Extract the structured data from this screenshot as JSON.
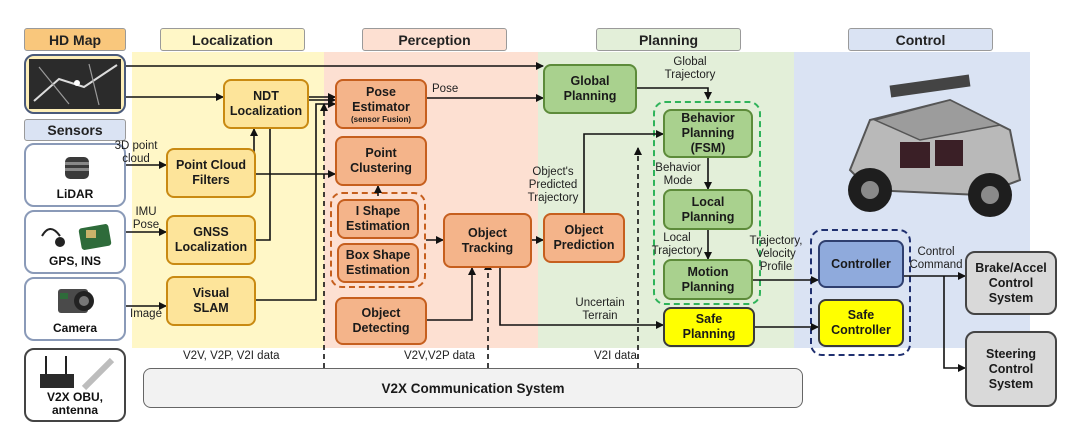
{
  "headers": {
    "hd_map": "HD Map",
    "localization": "Localization",
    "perception": "Perception",
    "planning": "Planning",
    "control": "Control",
    "sensors": "Sensors"
  },
  "sensors": {
    "lidar": "LiDAR",
    "gps": "GPS, INS",
    "camera": "Camera",
    "v2x_obu": "V2X OBU,\nantenna"
  },
  "blocks": {
    "ndt": "NDT\nLocalization",
    "point_cloud_filters": "Point Cloud\nFilters",
    "gnss": "GNSS\nLocalization",
    "visual_slam": "Visual\nSLAM",
    "pose_estimator": "Pose\nEstimator",
    "pose_estimator_sub": "(sensor Fusion)",
    "point_clustering": "Point\nClustering",
    "i_shape": "I Shape\nEstimation",
    "box_shape": "Box Shape\nEstimation",
    "object_detecting": "Object\nDetecting",
    "object_tracking": "Object\nTracking",
    "object_prediction": "Object\nPrediction",
    "global_planning": "Global\nPlanning",
    "behavior_planning": "Behavior\nPlanning\n(FSM)",
    "local_planning": "Local\nPlanning",
    "motion_planning": "Motion\nPlanning",
    "safe_planning": "Safe\nPlanning",
    "controller": "Controller",
    "safe_controller": "Safe\nController",
    "brake_accel": "Brake/Accel\nControl\nSystem",
    "steering": "Steering\nControl\nSystem",
    "v2x_system": "V2X Communication System"
  },
  "edge_labels": {
    "point_cloud_3d": "3D point\ncloud",
    "imu_pose": "IMU\nPose",
    "image": "Image",
    "pose": "Pose",
    "global_trajectory": "Global\nTrajectory",
    "objects_predicted": "Object's\nPredicted\nTrajectory",
    "behavior_mode": "Behavior\nMode",
    "local_trajectory": "Local\nTrajectory",
    "trajectory_velocity": "Trajectory,\nVelocity\nProfile",
    "control_command": "Control\nCommand",
    "uncertain_terrain": "Uncertain\nTerrain",
    "v2v_v2p_v2i": "V2V, V2P, V2I data",
    "v2v_v2p": "V2V,V2P data",
    "v2i": "V2I data"
  },
  "colors": {
    "localization_zone": "#fff7c7",
    "perception_zone": "#fde0d2",
    "planning_zone": "#e3efd9",
    "control_zone": "#dae3f3",
    "hd_map_header": "#f9c77c",
    "sensors_header": "#dae3f3"
  }
}
